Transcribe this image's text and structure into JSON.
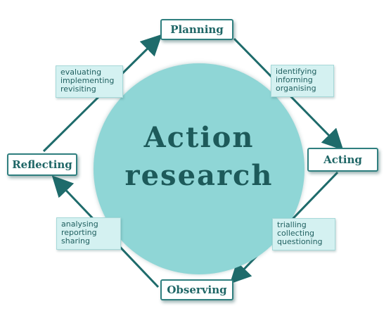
{
  "center": {
    "line1": "Action",
    "line2": "research"
  },
  "stages": {
    "planning": "Planning",
    "acting": "Acting",
    "observing": "Observing",
    "reflecting": "Reflecting"
  },
  "activities": {
    "planning_to_acting": [
      "identifying",
      "informing",
      "organising"
    ],
    "acting_to_observing": [
      "trialling",
      "collecting",
      "questioning"
    ],
    "observing_to_reflecting": [
      "analysing",
      "reporting",
      "sharing"
    ],
    "reflecting_to_planning": [
      "evaluating",
      "implementing",
      "revisiting"
    ]
  },
  "colors": {
    "circle": "#8fd6d6",
    "arrow": "#1e6b6b",
    "stage_text": "#1f6666",
    "activity_box": "#d4f1f1"
  }
}
